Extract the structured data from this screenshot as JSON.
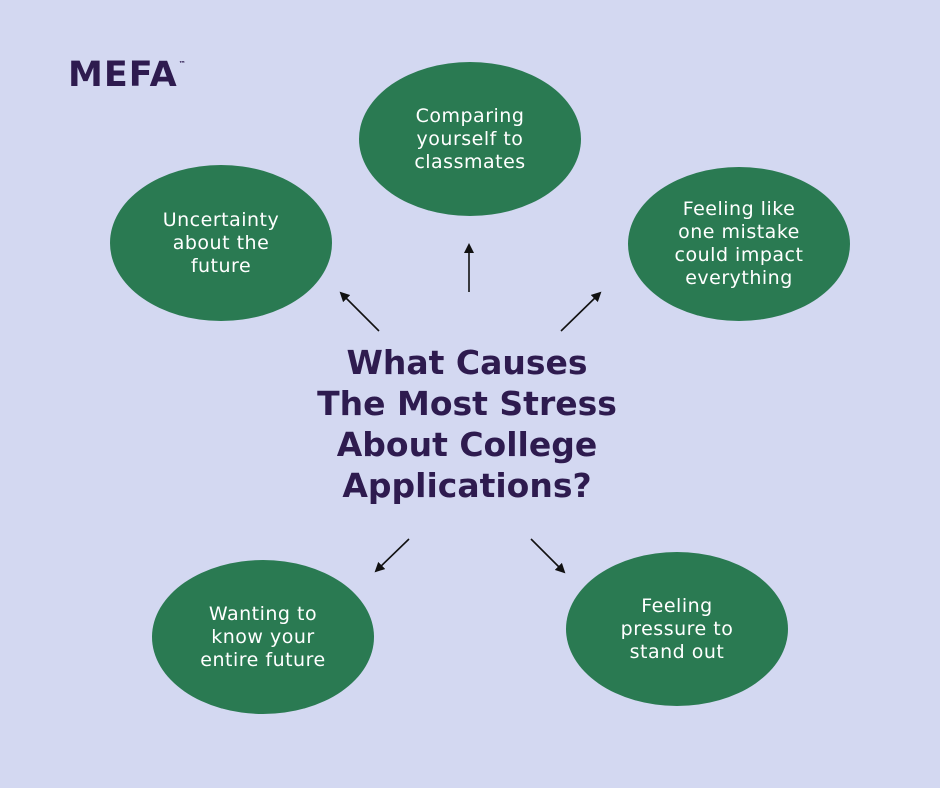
{
  "logo": {
    "text": "MEFA",
    "mark": "™"
  },
  "title_lines": [
    "What Causes",
    "The Most Stress",
    "About College",
    "Applications?"
  ],
  "bubbles": {
    "compare": [
      "Comparing",
      "yourself to",
      "classmates"
    ],
    "uncertainty": [
      "Uncertainty",
      "about the",
      "future"
    ],
    "mistake": [
      "Feeling like",
      "one mistake",
      "could impact",
      "everything"
    ],
    "future": [
      "Wanting to",
      "know your",
      "entire future"
    ],
    "pressure": [
      "Feeling",
      "pressure to",
      "stand out"
    ]
  },
  "colors": {
    "background": "#d3d8f1",
    "bubble": "#2a7a52",
    "title": "#2e1b4f",
    "arrow": "#111111"
  }
}
